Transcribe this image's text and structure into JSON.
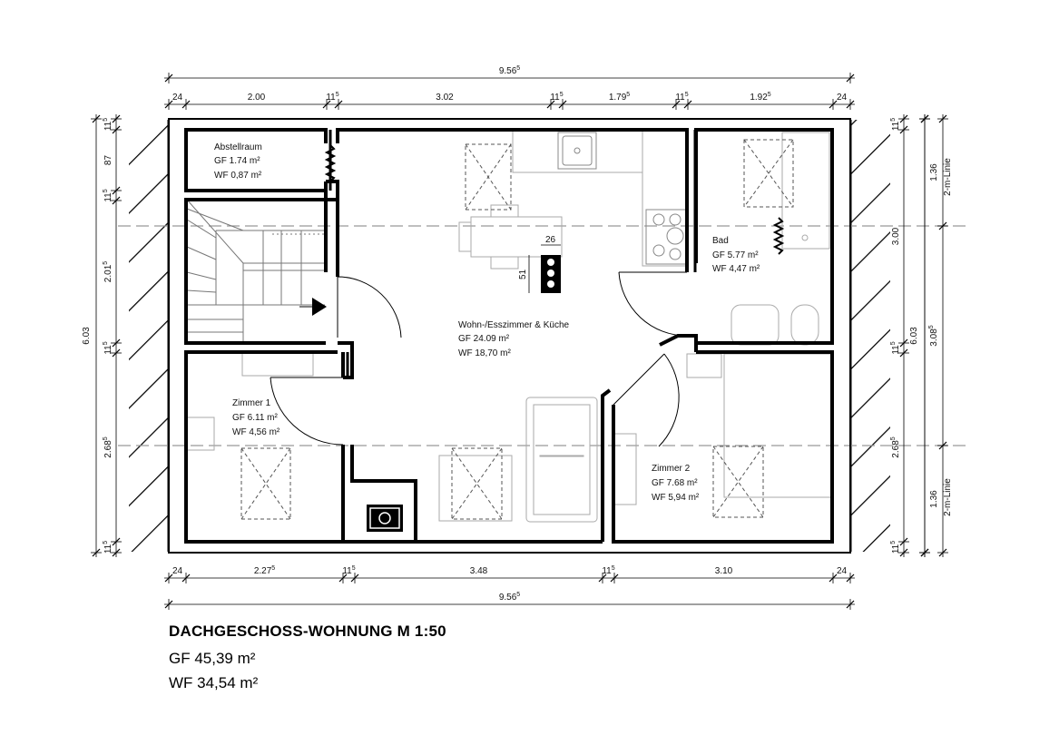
{
  "title": "DACHGESCHOSS-WOHNUNG M 1:50",
  "totals": {
    "gf": "GF 45,39 m²",
    "wf": "WF 34,54 m²"
  },
  "top_dims": {
    "total": [
      "9.56",
      "5"
    ],
    "segments": [
      [
        "24",
        ""
      ],
      [
        "2.00",
        ""
      ],
      [
        "11",
        "5"
      ],
      [
        "3.02",
        ""
      ],
      [
        "11",
        "5"
      ],
      [
        "1.79",
        "5"
      ],
      [
        "11",
        "5"
      ],
      [
        "1.92",
        "5"
      ],
      [
        "24",
        ""
      ]
    ]
  },
  "bottom_dims": {
    "total": [
      "9.56",
      "5"
    ],
    "segments": [
      [
        "24",
        ""
      ],
      [
        "2.27",
        "5"
      ],
      [
        "11",
        "5"
      ],
      [
        "3.48",
        ""
      ],
      [
        "11",
        "5"
      ],
      [
        "3.10",
        ""
      ],
      [
        "24",
        ""
      ]
    ]
  },
  "left_dims": {
    "total": [
      "6.03",
      ""
    ],
    "segments": [
      [
        "11",
        "5"
      ],
      [
        "87",
        ""
      ],
      [
        "11",
        "5"
      ],
      [
        "2.01",
        "5"
      ],
      [
        "11",
        "5"
      ],
      [
        "2.68",
        "5"
      ],
      [
        "11",
        "5"
      ]
    ]
  },
  "right_dims": {
    "total": [
      "6.03",
      ""
    ],
    "segments": [
      [
        "11",
        "5"
      ],
      [
        "3.00",
        ""
      ],
      [
        "11",
        "5"
      ],
      [
        "2.68",
        "5"
      ],
      [
        "11",
        "5"
      ]
    ],
    "outer": [
      [
        "3.08",
        "5"
      ]
    ],
    "linie": [
      {
        "value": "1.36",
        "label": "2-m-Linie"
      },
      {
        "value": "1.36",
        "label": "2-m-Linie"
      }
    ]
  },
  "chimney_dims": {
    "w": "26",
    "h": "51"
  },
  "rooms": [
    {
      "name": "Abstellraum",
      "gf": "GF 1.74 m²",
      "wf": "WF 0,87 m²"
    },
    {
      "name": "Wohn-/Esszimmer & Küche",
      "gf": "GF 24.09 m²",
      "wf": "WF 18,70 m²"
    },
    {
      "name": "Bad",
      "gf": "GF 5.77 m²",
      "wf": "WF 4,47 m²"
    },
    {
      "name": "Zimmer 1",
      "gf": "GF 6.11 m²",
      "wf": "WF 4,56 m²"
    },
    {
      "name": "Zimmer 2",
      "gf": "GF 7.68 m²",
      "wf": "WF 5,94 m²"
    }
  ]
}
